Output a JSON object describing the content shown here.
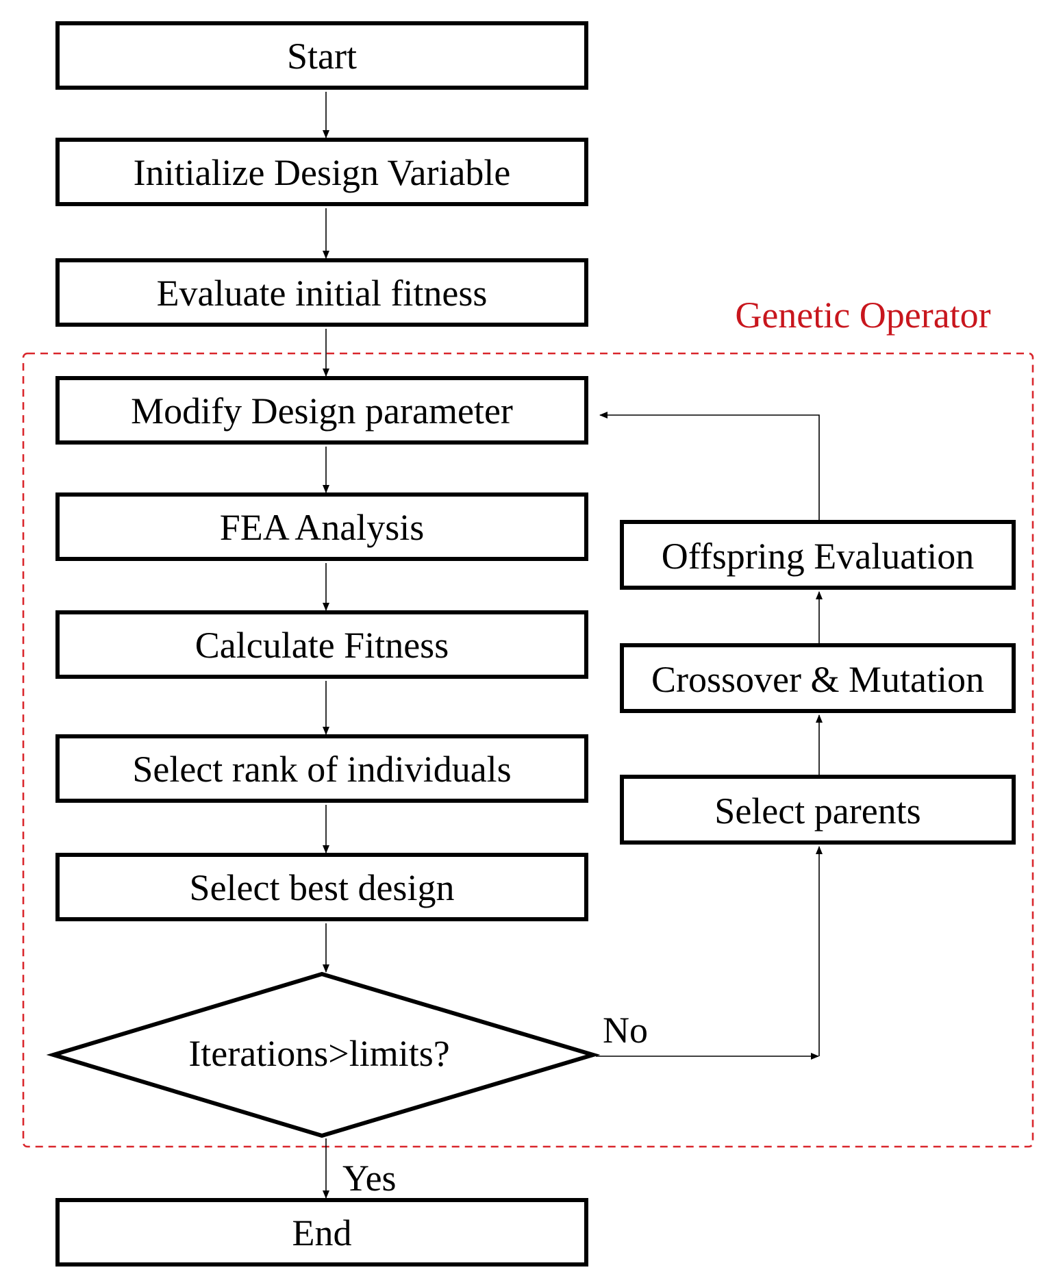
{
  "region": {
    "label": "Genetic Operator",
    "color": "#d9262c"
  },
  "nodes": {
    "start": "Start",
    "initialize": "Initialize Design Variable",
    "evaluate_initial": "Evaluate initial fitness",
    "modify": "Modify Design parameter",
    "fea": "FEA Analysis",
    "calc_fitness": "Calculate Fitness",
    "select_rank": "Select rank of individuals",
    "select_best": "Select best design",
    "decision": "Iterations>limits?",
    "end": "End",
    "offspring": "Offspring Evaluation",
    "crossover": "Crossover & Mutation",
    "select_parents": "Select parents"
  },
  "edges": {
    "no_label": "No",
    "yes_label": "Yes"
  }
}
